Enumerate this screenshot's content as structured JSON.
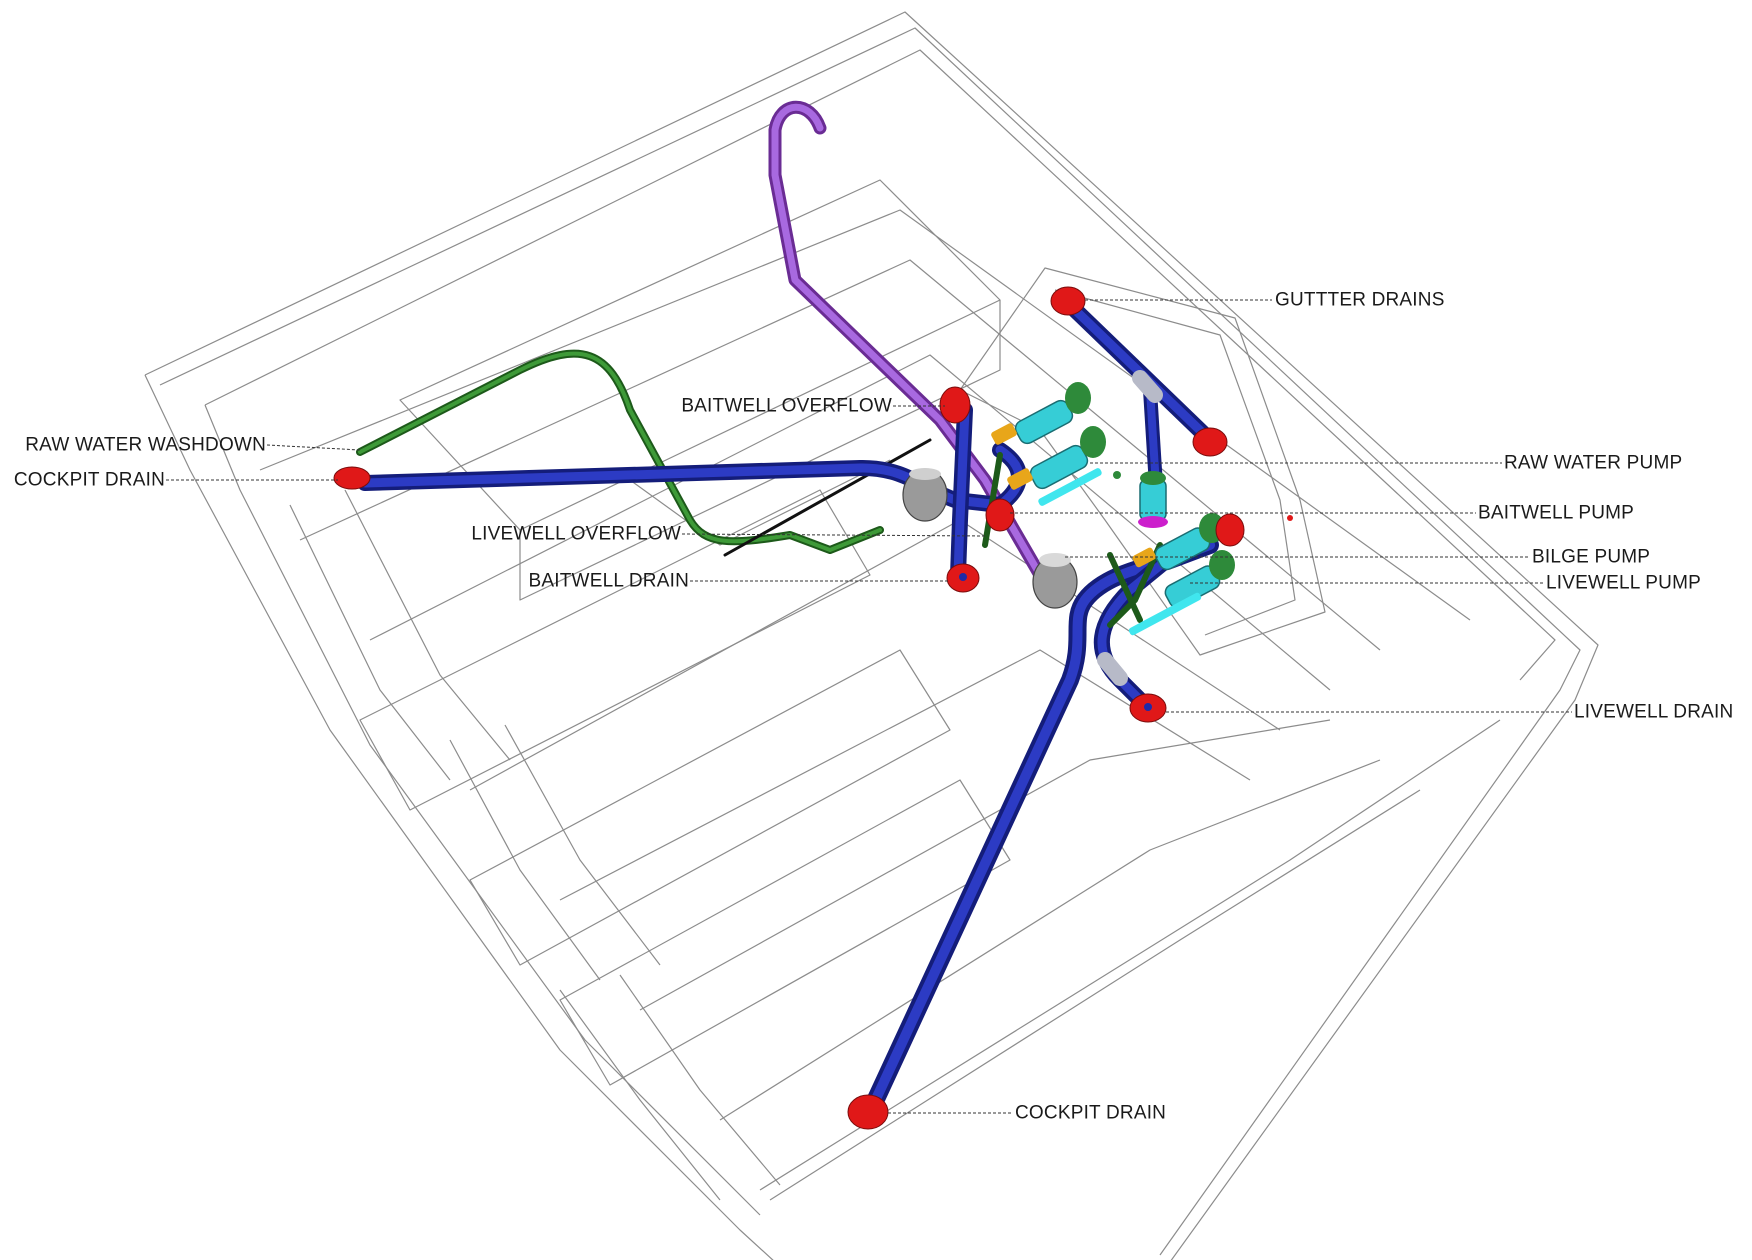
{
  "diagram": {
    "colors": {
      "drain_hose": "#1f2aa8",
      "washdown_hose": "#2f7a2a",
      "baitwell_overflow_hose": "#9b4fd0",
      "fitting": "#e01818",
      "pump_body": "#30c8d0",
      "pump_cap": "#2e8a3a",
      "hull_line": "#8a8a8a",
      "leader_line": "#333333"
    },
    "callouts": [
      {
        "id": "gutter-drains",
        "text": "GUTTTER DRAINS"
      },
      {
        "id": "baitwell-overflow",
        "text": "BAITWELL OVERFLOW"
      },
      {
        "id": "raw-water-washdown",
        "text": "RAW WATER WASHDOWN"
      },
      {
        "id": "cockpit-drain-aft",
        "text": "COCKPIT DRAIN"
      },
      {
        "id": "raw-water-pump",
        "text": "RAW WATER PUMP"
      },
      {
        "id": "baitwell-pump",
        "text": "BAITWELL PUMP"
      },
      {
        "id": "livewell-overflow",
        "text": "LIVEWELL OVERFLOW"
      },
      {
        "id": "bilge-pump",
        "text": "BILGE PUMP"
      },
      {
        "id": "baitwell-drain",
        "text": "BAITWELL DRAIN"
      },
      {
        "id": "livewell-pump",
        "text": "LIVEWELL PUMP"
      },
      {
        "id": "livewell-drain",
        "text": "LIVEWELL DRAIN"
      },
      {
        "id": "cockpit-drain-fwd",
        "text": "COCKPIT DRAIN"
      }
    ]
  }
}
